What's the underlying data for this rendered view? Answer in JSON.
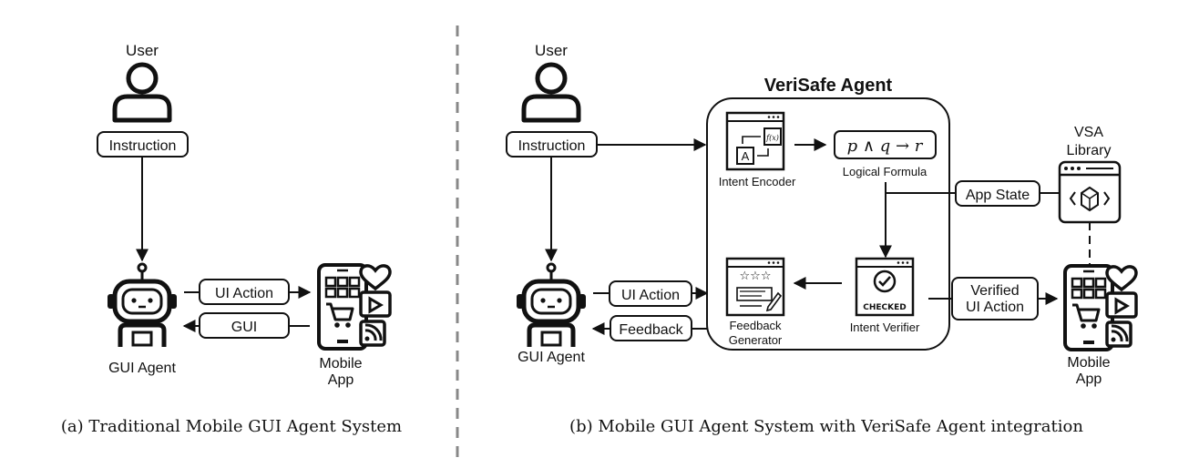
{
  "left": {
    "user_label": "User",
    "instruction": "Instruction",
    "agent_label": "GUI Agent",
    "ui_action": "UI Action",
    "gui": "GUI",
    "app_label_1": "Mobile",
    "app_label_2": "App",
    "caption": "(a) Traditional Mobile GUI Agent System"
  },
  "right": {
    "user_label": "User",
    "instruction": "Instruction",
    "agent_label": "GUI Agent",
    "ui_action": "UI Action",
    "feedback": "Feedback",
    "verisafe_title": "VeriSafe Agent",
    "intent_encoder": "Intent Encoder",
    "formula": "p ∧ q → r",
    "logical_formula": "Logical Formula",
    "intent_verifier": "Intent Verifier",
    "checked": "CHECKED",
    "feedback_generator_1": "Feedback",
    "feedback_generator_2": "Generator",
    "app_state": "App State",
    "verified_1": "Verified",
    "verified_2": "UI Action",
    "vsa_1": "VSA",
    "vsa_2": "Library",
    "app_label_1": "Mobile",
    "app_label_2": "App",
    "caption": "(b) Mobile GUI Agent System with VeriSafe Agent integration"
  },
  "icon_names": [
    "user-icon",
    "robot-icon",
    "smartphone-icon",
    "translate-icon",
    "checkmark-badge-icon",
    "feedback-form-icon",
    "code-window-icon"
  ]
}
